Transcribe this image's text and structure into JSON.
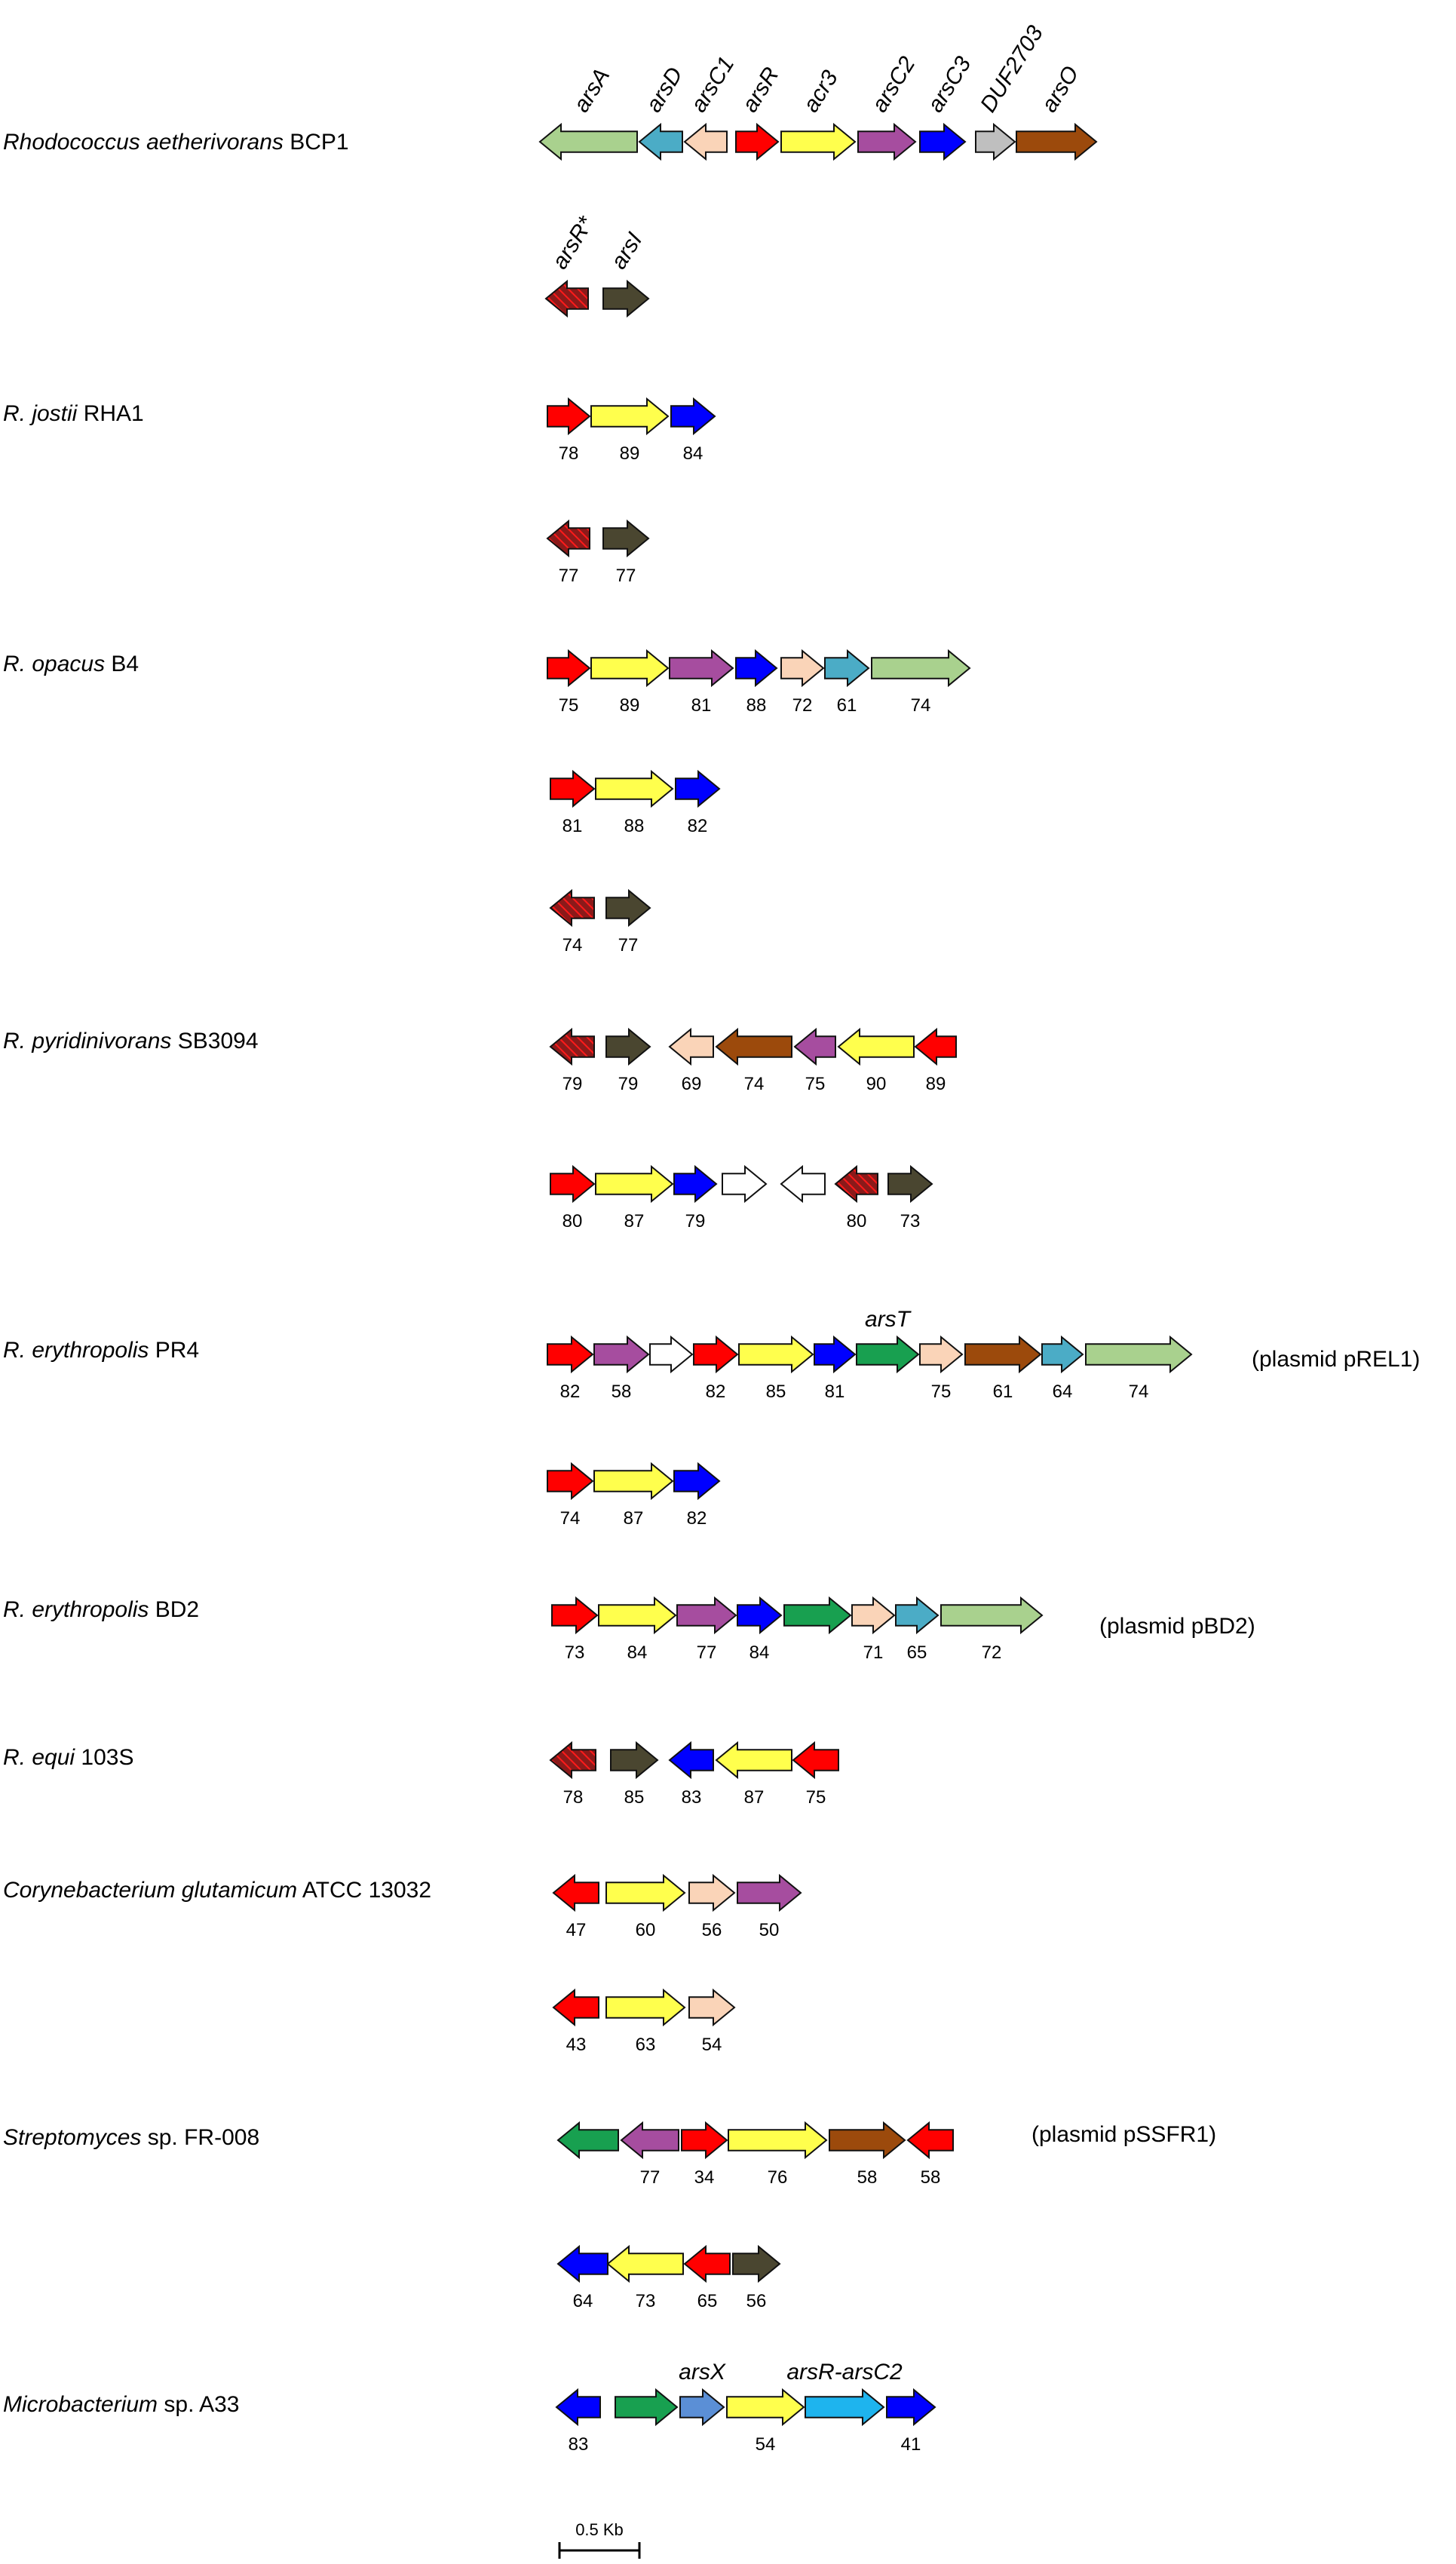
{
  "colors": {
    "arsA": "#A9D18E",
    "arsD": "#4BACC6",
    "arsC1": "#FAD4B8",
    "arsR": "#FF0000",
    "acr3": "#FFFF4D",
    "arsC2": "#A64D9F",
    "arsC3": "#0000FF",
    "DUF2703": "#BFBFBF",
    "arsO": "#9C4A0C",
    "arsI": "#4A4630",
    "arsRstar": "#8B1A1A",
    "arsT": "#18A050",
    "arsX": "#5B8FD6",
    "arsRarsC2": "#1EB4EE",
    "unknown": "#FFFFFF"
  },
  "organisms": [
    {
      "italic": "Rhodococcus aetherivorans",
      "plain": " BCP1"
    },
    {
      "italic": "R. jostii",
      "plain": " RHA1"
    },
    {
      "italic": "R. opacus",
      "plain": " B4"
    },
    {
      "italic": "R. pyridinivorans",
      "plain": " SB3094"
    },
    {
      "italic": "R. erythropolis",
      "plain": " PR4"
    },
    {
      "italic": "R. erythropolis",
      "plain": " BD2"
    },
    {
      "italic": "R. equi",
      "plain": " 103S"
    },
    {
      "italic": "Corynebacterium glutamicum",
      "plain": " ATCC 13032"
    },
    {
      "italic": "Streptomyces",
      "plain": " sp. FR-008"
    },
    {
      "italic": "Microbacterium",
      "plain": " sp. A33"
    }
  ],
  "plasmids": [
    "(plasmid pREL1)",
    "(plasmid pBD2)",
    "(plasmid pSSFR1)"
  ],
  "scale_label": "0.5 Kb",
  "rows": [
    {
      "genes": [
        {
          "type": "arsA",
          "dir": "L",
          "label": "arsA"
        },
        {
          "type": "arsD",
          "dir": "L",
          "label": "arsD"
        },
        {
          "type": "arsC1",
          "dir": "L",
          "label": "arsC1"
        },
        {
          "type": "arsR",
          "dir": "R",
          "label": "arsR"
        },
        {
          "type": "acr3",
          "dir": "R",
          "label": "acr3"
        },
        {
          "type": "arsC2",
          "dir": "R",
          "label": "arsC2"
        },
        {
          "type": "arsC3",
          "dir": "R",
          "label": "arsC3"
        },
        {
          "type": "DUF2703",
          "dir": "R",
          "label": "DUF2703"
        },
        {
          "type": "arsO",
          "dir": "R",
          "label": "arsO"
        }
      ]
    },
    {
      "genes": [
        {
          "type": "arsRstar",
          "dir": "L",
          "label": "arsR*"
        },
        {
          "type": "arsI",
          "dir": "R",
          "label": "arsI"
        }
      ]
    },
    {
      "genes": [
        {
          "type": "arsR",
          "dir": "R",
          "pct": "78"
        },
        {
          "type": "acr3",
          "dir": "R",
          "pct": "89"
        },
        {
          "type": "arsC3",
          "dir": "R",
          "pct": "84"
        }
      ]
    },
    {
      "genes": [
        {
          "type": "arsRstar",
          "dir": "L",
          "pct": "77"
        },
        {
          "type": "arsI",
          "dir": "R",
          "pct": "77"
        }
      ]
    },
    {
      "genes": [
        {
          "type": "arsR",
          "dir": "R",
          "pct": "75"
        },
        {
          "type": "acr3",
          "dir": "R",
          "pct": "89"
        },
        {
          "type": "arsC2",
          "dir": "R",
          "pct": "81"
        },
        {
          "type": "arsC3",
          "dir": "R",
          "pct": "88"
        },
        {
          "type": "arsC1",
          "dir": "R",
          "pct": "72"
        },
        {
          "type": "arsD",
          "dir": "R",
          "pct": "61"
        },
        {
          "type": "arsA",
          "dir": "R",
          "pct": "74"
        }
      ]
    },
    {
      "genes": [
        {
          "type": "arsR",
          "dir": "R",
          "pct": "81"
        },
        {
          "type": "acr3",
          "dir": "R",
          "pct": "88"
        },
        {
          "type": "arsC3",
          "dir": "R",
          "pct": "82"
        }
      ]
    },
    {
      "genes": [
        {
          "type": "arsRstar",
          "dir": "L",
          "pct": "74"
        },
        {
          "type": "arsI",
          "dir": "R",
          "pct": "77"
        }
      ]
    },
    {
      "genes": [
        {
          "type": "arsRstar",
          "dir": "L",
          "pct": "79"
        },
        {
          "type": "arsI",
          "dir": "R",
          "pct": "79"
        },
        {
          "type": "arsC1",
          "dir": "L",
          "pct": "69"
        },
        {
          "type": "arsO",
          "dir": "L",
          "pct": "74"
        },
        {
          "type": "arsC2",
          "dir": "L",
          "pct": "75"
        },
        {
          "type": "acr3",
          "dir": "L",
          "pct": "90"
        },
        {
          "type": "arsR",
          "dir": "L",
          "pct": "89"
        }
      ]
    },
    {
      "genes": [
        {
          "type": "arsR",
          "dir": "R",
          "pct": "80"
        },
        {
          "type": "acr3",
          "dir": "R",
          "pct": "87"
        },
        {
          "type": "arsC3",
          "dir": "R",
          "pct": "79"
        },
        {
          "type": "unknown",
          "dir": "R"
        },
        {
          "type": "unknown",
          "dir": "L"
        },
        {
          "type": "arsRstar",
          "dir": "L",
          "pct": "80"
        },
        {
          "type": "arsI",
          "dir": "R",
          "pct": "73"
        }
      ]
    },
    {
      "genes": [
        {
          "type": "arsR",
          "dir": "R",
          "pct": "82"
        },
        {
          "type": "arsC2",
          "dir": "R",
          "pct": "58"
        },
        {
          "type": "unknown",
          "dir": "R"
        },
        {
          "type": "arsR",
          "dir": "R",
          "pct": "82"
        },
        {
          "type": "acr3",
          "dir": "R",
          "pct": "85"
        },
        {
          "type": "arsC3",
          "dir": "R",
          "pct": "81"
        },
        {
          "type": "arsT",
          "dir": "R",
          "label": "arsT"
        },
        {
          "type": "arsC1",
          "dir": "R",
          "pct": "75"
        },
        {
          "type": "arsO",
          "dir": "R",
          "pct": "61"
        },
        {
          "type": "arsD",
          "dir": "R",
          "pct": "64"
        },
        {
          "type": "arsA",
          "dir": "R",
          "pct": "74"
        }
      ]
    },
    {
      "genes": [
        {
          "type": "arsR",
          "dir": "R",
          "pct": "74"
        },
        {
          "type": "acr3",
          "dir": "R",
          "pct": "87"
        },
        {
          "type": "arsC3",
          "dir": "R",
          "pct": "82"
        }
      ]
    },
    {
      "genes": [
        {
          "type": "arsR",
          "dir": "R",
          "pct": "73"
        },
        {
          "type": "acr3",
          "dir": "R",
          "pct": "84"
        },
        {
          "type": "arsC2",
          "dir": "R",
          "pct": "77"
        },
        {
          "type": "arsC3",
          "dir": "R",
          "pct": "84"
        },
        {
          "type": "arsT",
          "dir": "R"
        },
        {
          "type": "arsC1",
          "dir": "R",
          "pct": "71"
        },
        {
          "type": "arsD",
          "dir": "R",
          "pct": "65"
        },
        {
          "type": "arsA",
          "dir": "R",
          "pct": "72"
        }
      ]
    },
    {
      "genes": [
        {
          "type": "arsRstar",
          "dir": "L",
          "pct": "78"
        },
        {
          "type": "arsI",
          "dir": "R",
          "pct": "85"
        },
        {
          "type": "arsC3",
          "dir": "L",
          "pct": "83"
        },
        {
          "type": "acr3",
          "dir": "L",
          "pct": "87"
        },
        {
          "type": "arsR",
          "dir": "L",
          "pct": "75"
        }
      ]
    },
    {
      "genes": [
        {
          "type": "arsR",
          "dir": "L",
          "pct": "47"
        },
        {
          "type": "acr3",
          "dir": "R",
          "pct": "60"
        },
        {
          "type": "arsC1",
          "dir": "R",
          "pct": "56"
        },
        {
          "type": "arsC2",
          "dir": "R",
          "pct": "50"
        }
      ]
    },
    {
      "genes": [
        {
          "type": "arsR",
          "dir": "L",
          "pct": "43"
        },
        {
          "type": "acr3",
          "dir": "R",
          "pct": "63"
        },
        {
          "type": "arsC1",
          "dir": "R",
          "pct": "54"
        }
      ]
    },
    {
      "genes": [
        {
          "type": "arsT",
          "dir": "L"
        },
        {
          "type": "arsC2",
          "dir": "L",
          "pct": "77"
        },
        {
          "type": "arsR",
          "dir": "R",
          "pct": "34"
        },
        {
          "type": "acr3",
          "dir": "R",
          "pct": "76"
        },
        {
          "type": "arsO",
          "dir": "R",
          "pct": "58"
        },
        {
          "type": "arsR",
          "dir": "L",
          "pct": "58"
        }
      ]
    },
    {
      "genes": [
        {
          "type": "arsC3",
          "dir": "L",
          "pct": "64"
        },
        {
          "type": "acr3",
          "dir": "L",
          "pct": "73"
        },
        {
          "type": "arsR",
          "dir": "L",
          "pct": "65"
        },
        {
          "type": "arsI",
          "dir": "R",
          "pct": "56"
        }
      ]
    },
    {
      "genes": [
        {
          "type": "arsC3",
          "dir": "L",
          "pct": "83"
        },
        {
          "type": "arsT",
          "dir": "R"
        },
        {
          "type": "arsX",
          "dir": "R",
          "label": "arsX"
        },
        {
          "type": "acr3",
          "dir": "R",
          "pct": "54"
        },
        {
          "type": "arsRarsC2",
          "dir": "R",
          "label": "arsR-arsC2"
        },
        {
          "type": "arsC3",
          "dir": "R",
          "pct": "41"
        }
      ]
    }
  ]
}
